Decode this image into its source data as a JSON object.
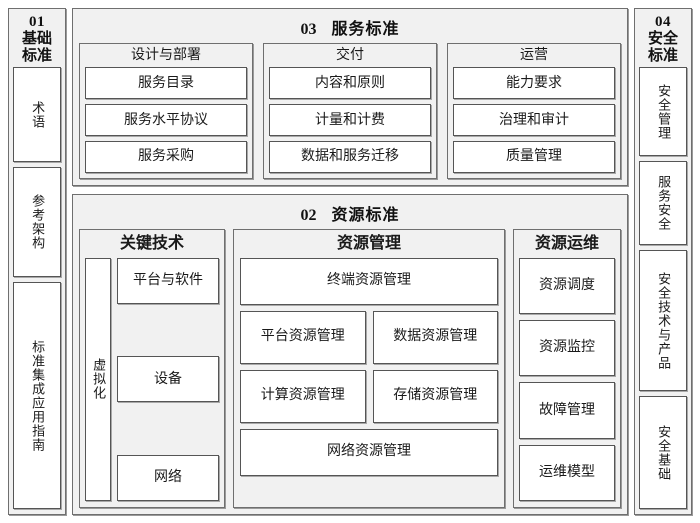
{
  "diagram": {
    "title_hidden": "",
    "colors": {
      "group_fill": "#f1f1f1",
      "leaf_fill": "#ffffff",
      "border": "#555555",
      "text": "#1a1a1a"
    }
  },
  "columns": {
    "left": {
      "number": "01",
      "name": "基础\n标准",
      "name_line1": "基础",
      "name_line2": "标准",
      "items": [
        {
          "label": "术语"
        },
        {
          "label": "参考架构"
        },
        {
          "label": "标准集成应用指南"
        }
      ]
    },
    "right": {
      "number": "04",
      "name_line1": "安全",
      "name_line2": "标准",
      "items": [
        {
          "label": "安全管理"
        },
        {
          "label": "服务安全"
        },
        {
          "label": "安全技术与产品"
        },
        {
          "label": "安全基础"
        }
      ]
    }
  },
  "sections": [
    {
      "number": "03",
      "title": "服务标准",
      "groups": [
        {
          "title": "设计与部署",
          "items": [
            {
              "label": "服务目录"
            },
            {
              "label": "服务水平协议"
            },
            {
              "label": "服务采购"
            }
          ]
        },
        {
          "title": "交付",
          "items": [
            {
              "label": "内容和原则"
            },
            {
              "label": "计量和计费"
            },
            {
              "label": "数据和服务迁移"
            }
          ]
        },
        {
          "title": "运营",
          "items": [
            {
              "label": "能力要求"
            },
            {
              "label": "治理和审计"
            },
            {
              "label": "质量管理"
            }
          ]
        }
      ]
    },
    {
      "number": "02",
      "title": "资源标准",
      "key_tech": {
        "title": "关键技术",
        "side_label": "虚拟化",
        "items": [
          {
            "label": "平台与软件"
          },
          {
            "label": "设备"
          },
          {
            "label": "网络"
          }
        ]
      },
      "resource_mgmt": {
        "title": "资源管理",
        "top": {
          "label": "终端资源管理"
        },
        "grid": [
          [
            {
              "label": "平台资源管理"
            },
            {
              "label": "数据资源管理"
            }
          ],
          [
            {
              "label": "计算资源管理"
            },
            {
              "label": "存储资源管理"
            }
          ]
        ],
        "bottom": {
          "label": "网络资源管理"
        }
      },
      "resource_ops": {
        "title": "资源运维",
        "items": [
          {
            "label": "资源调度"
          },
          {
            "label": "资源监控"
          },
          {
            "label": "故障管理"
          },
          {
            "label": "运维模型"
          }
        ]
      }
    }
  ]
}
